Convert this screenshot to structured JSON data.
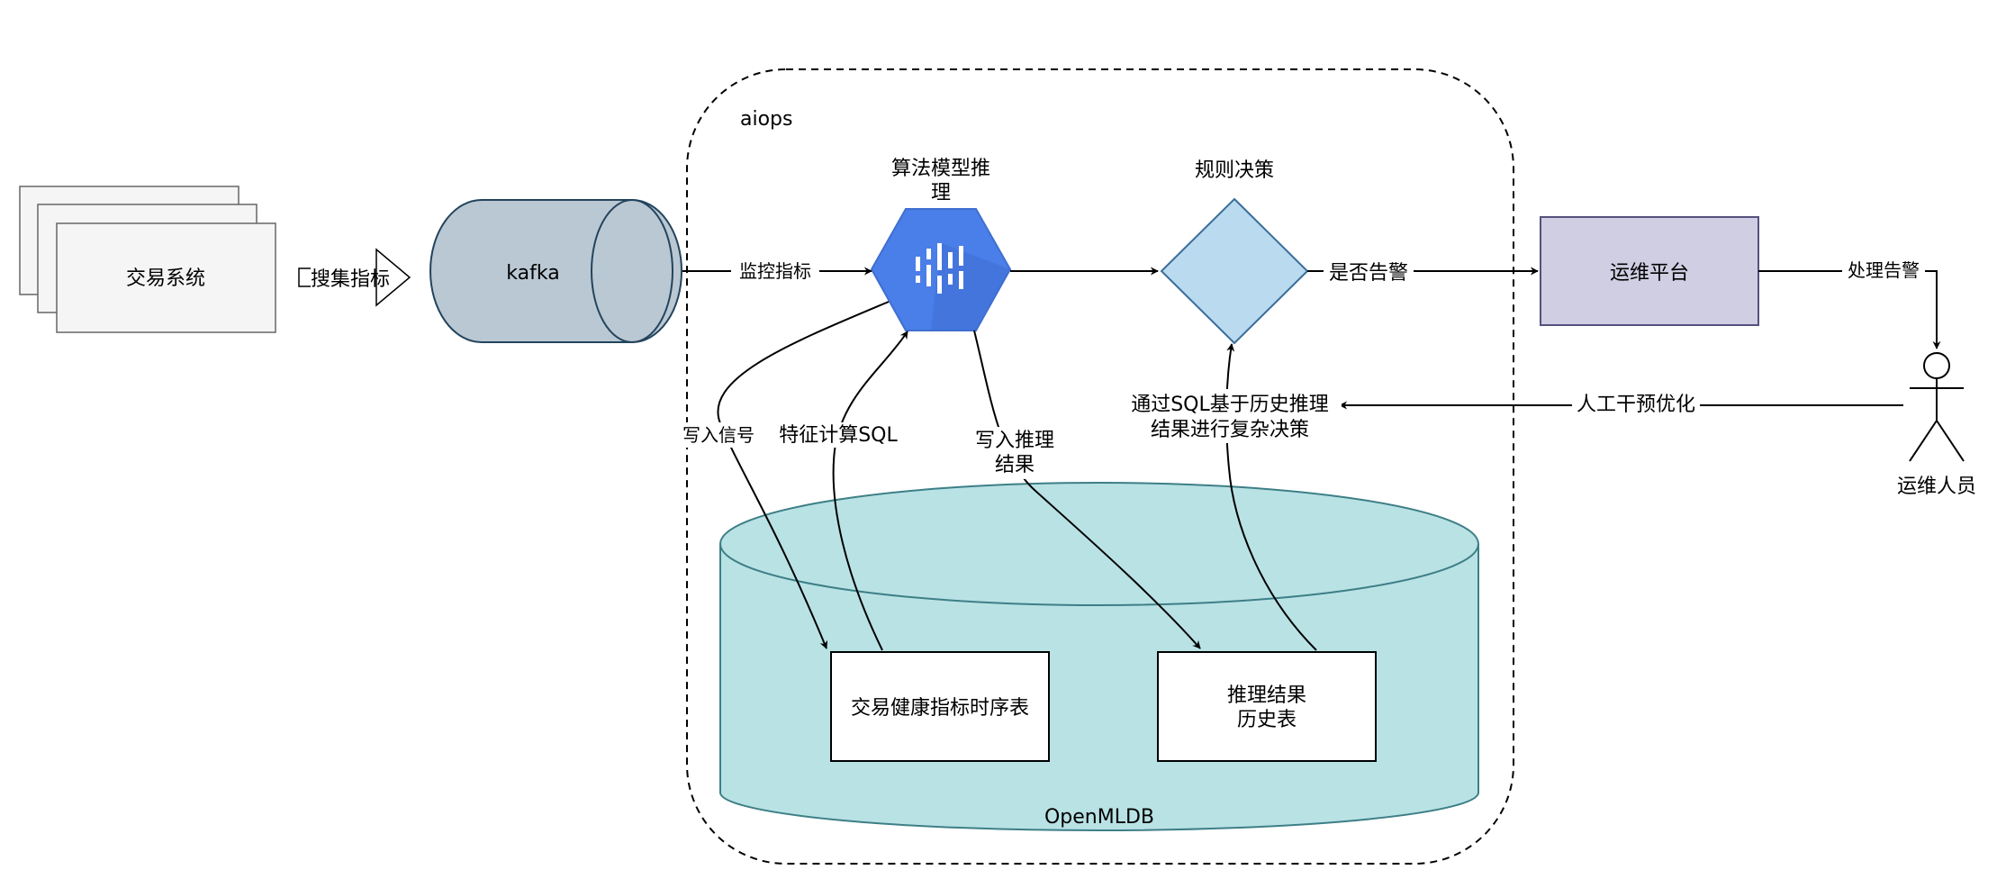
{
  "labels": {
    "source_system": "交易系统",
    "collect_metrics": "搜集指标",
    "kafka": "kafka",
    "aiops": "aiops",
    "model_inference_line1": "算法模型推",
    "model_inference_line2": "理",
    "rule_decision": "规则决策",
    "ops_platform": "运维平台",
    "ops_person": "运维人员",
    "database": "OpenMLDB",
    "health_table": "交易健康指标时序表",
    "result_table_line1": "推理结果",
    "result_table_line2": "历史表"
  },
  "edges": {
    "monitor_metrics": "监控指标",
    "is_alarm": "是否告警",
    "handle_alarm": "处理告警",
    "manual_optimize": "人工干预优化",
    "write_signal": "写入信号",
    "feature_sql": "特征计算SQL",
    "write_result_line1": "写入推理",
    "write_result_line2": "结果",
    "sql_decision_line1": "通过SQL基于历史推理",
    "sql_decision_line2": "结果进行复杂决策"
  },
  "colors": {
    "source_fill": "#f5f5f5",
    "kafka_fill": "#bac8d3",
    "kafka_stroke": "#23445d",
    "model_icon": "#4a7ee8",
    "diamond_fill": "#b9daef",
    "diamond_stroke": "#3b6e9a",
    "platform_fill": "#d0cee2",
    "platform_stroke": "#56517e",
    "db_fill": "#b9e2e5",
    "db_stroke": "#3d7f86"
  }
}
